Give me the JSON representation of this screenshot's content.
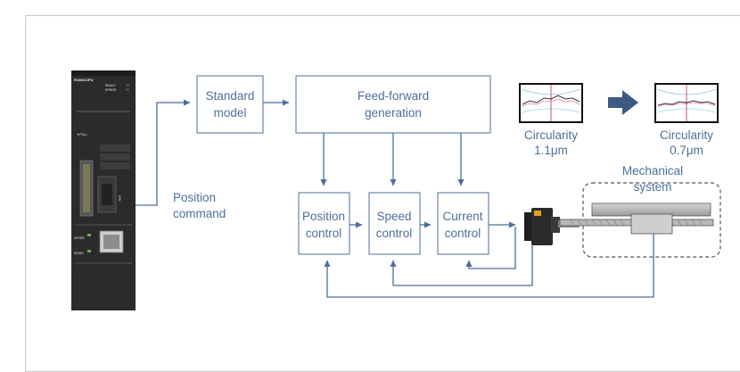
{
  "plc": {
    "model": "R16NCCPU",
    "led_ready": "READY",
    "led_error": "ERROR",
    "pull_label": "▼PULL",
    "connector_label": "CN1",
    "port_label_1": "SPEED",
    "port_label_2": "SD/RD"
  },
  "labels": {
    "position_command_line1": "Position",
    "position_command_line2": "command"
  },
  "blocks": {
    "standard_model": [
      "Standard",
      "model"
    ],
    "feed_forward": [
      "Feed-forward",
      "generation"
    ],
    "position_control": [
      "Position",
      "control"
    ],
    "speed_control": [
      "Speed",
      "control"
    ],
    "current_control": [
      "Current",
      "control"
    ]
  },
  "circularity": {
    "before_label": "Circularity",
    "before_value": "1.1μm",
    "after_label": "Circularity",
    "after_value": "0.7μm"
  },
  "mechanical": [
    "Mechanical",
    "system"
  ],
  "colors": {
    "line": "#4c6f9a",
    "plc_body": "#2c2c2c",
    "arrow_big": "#3c5a82",
    "dashed": "#555555"
  }
}
